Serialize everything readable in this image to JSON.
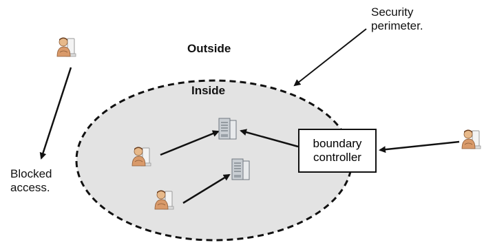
{
  "labels": {
    "outside": "Outside",
    "inside": "Inside",
    "security_perimeter": "Security\nperimeter.",
    "blocked_access": "Blocked\naccess.",
    "boundary_controller": "boundary\ncontroller"
  },
  "colors": {
    "perimeter_fill": "#e3e3e3",
    "line": "#111111",
    "person_skin": "#e7b98a",
    "person_shirt": "#ffffff",
    "server_body": "#c9ced3"
  },
  "icons": {
    "person": "user-at-computer-icon",
    "server": "server-icon"
  }
}
